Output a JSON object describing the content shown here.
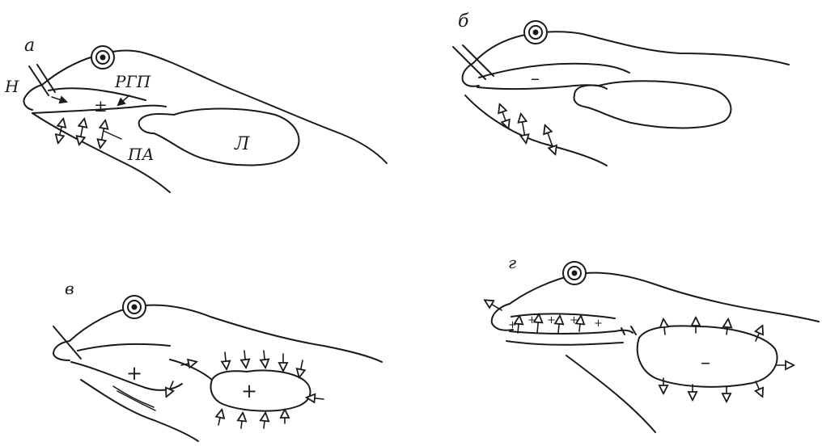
{
  "panels": {
    "a": {
      "letter": "а",
      "labels": {
        "nostril": "Н",
        "cavity": "РГП",
        "lung": "Л",
        "floor": "ПА"
      },
      "signs": {
        "cavity": "±"
      }
    },
    "b": {
      "letter": "б",
      "signs": {
        "cavity": "–"
      }
    },
    "v": {
      "letter": "в",
      "signs": {
        "cavity": "+",
        "lung": "+"
      }
    },
    "g": {
      "letter": "г",
      "signs": {
        "cavity": [
          "+",
          "+",
          "+",
          "+",
          "+"
        ],
        "lung": "–"
      }
    }
  }
}
